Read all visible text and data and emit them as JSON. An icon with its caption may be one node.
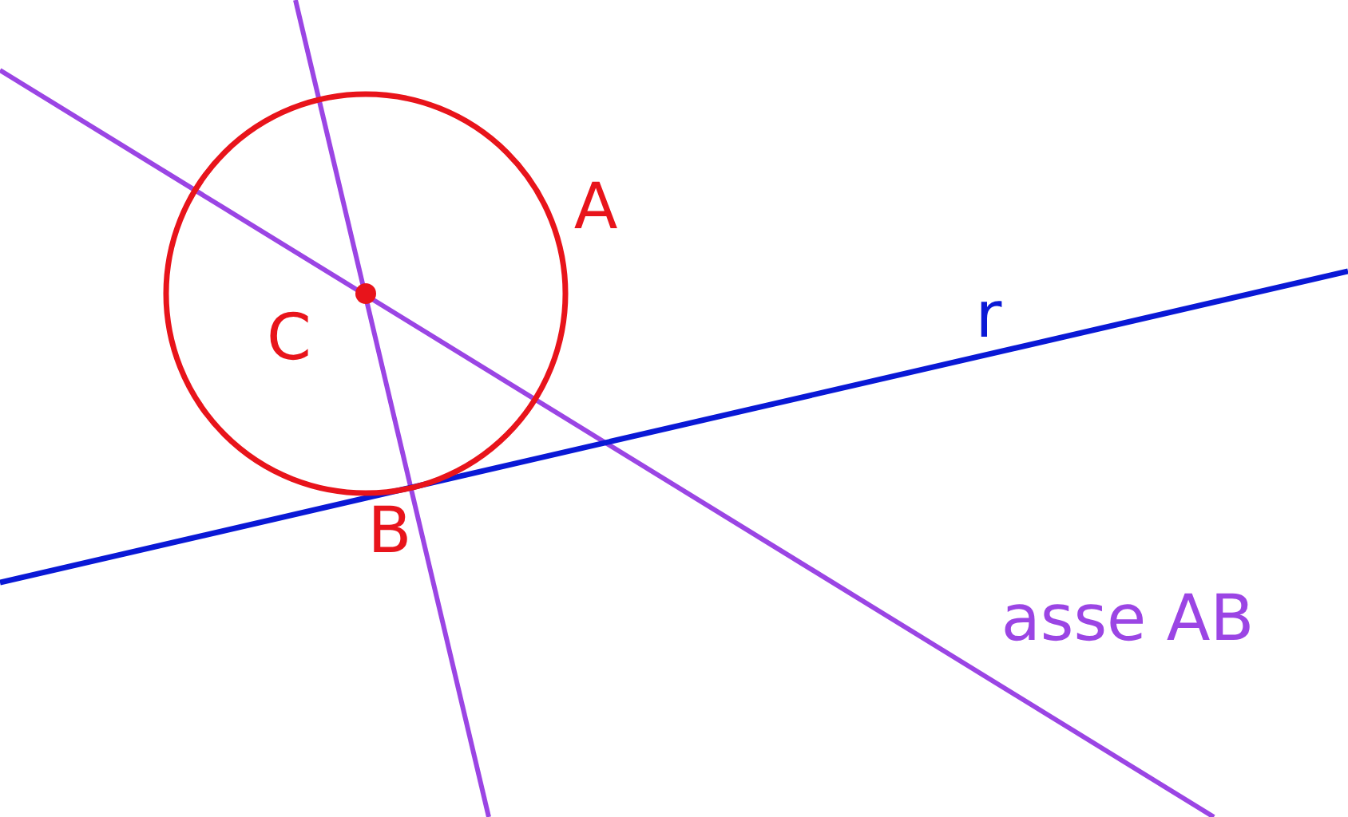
{
  "diagram": {
    "labels": [
      "A",
      "r",
      "C",
      "B",
      "asse AB"
    ]
  }
}
